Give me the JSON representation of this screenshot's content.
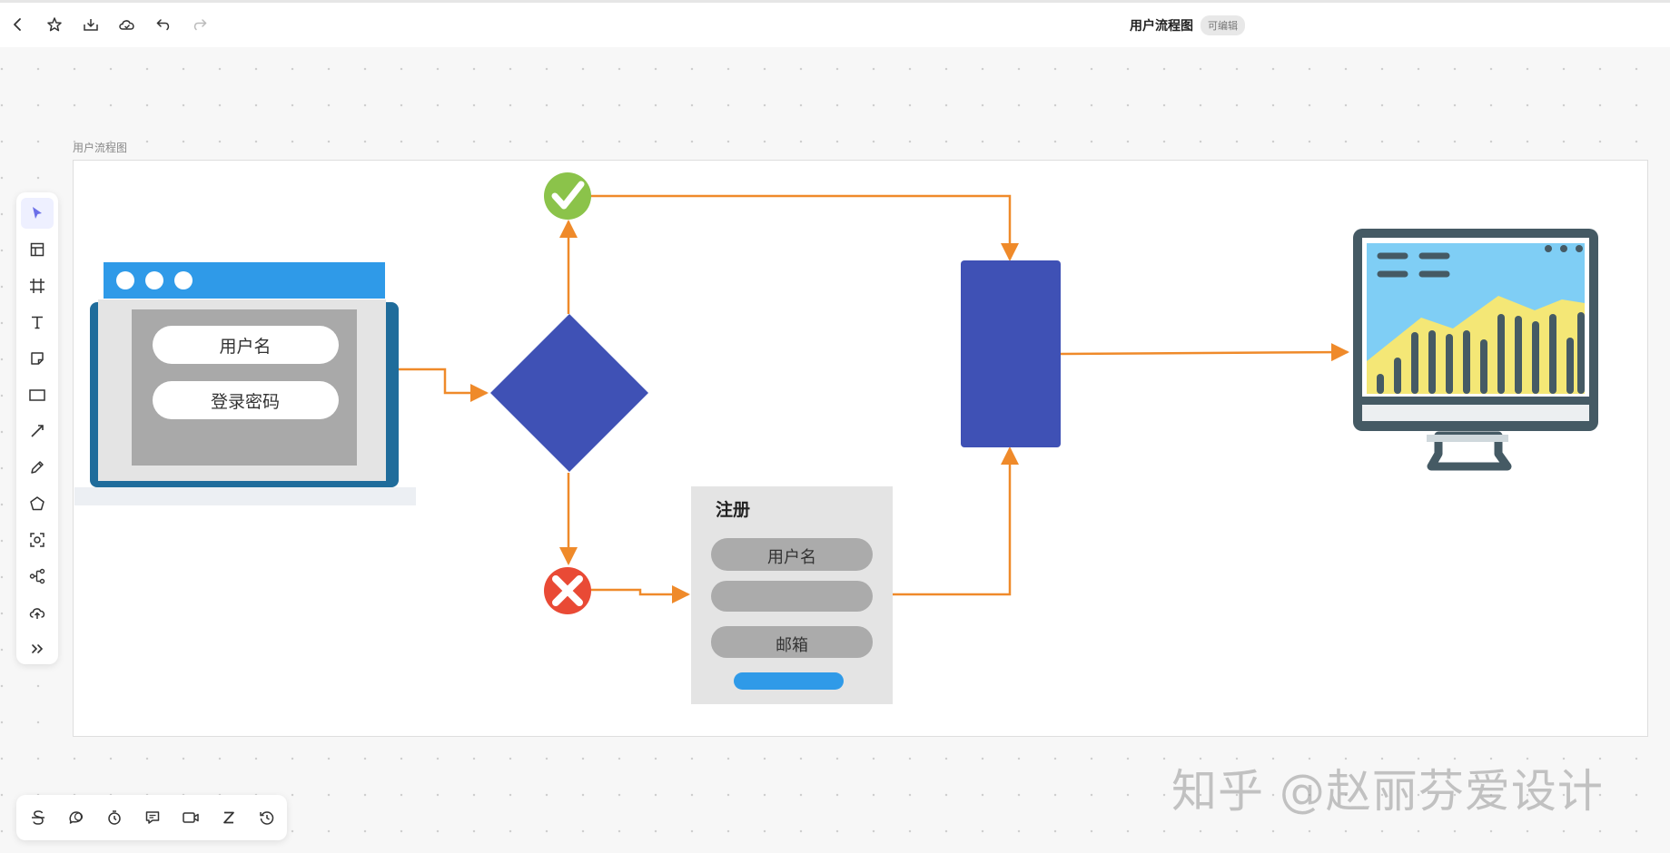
{
  "header": {
    "title": "用户流程图",
    "badge": "可编辑",
    "icons": [
      "back-icon",
      "star-icon",
      "download-icon",
      "cloud-icon",
      "undo-icon",
      "redo-icon"
    ]
  },
  "frame": {
    "label": "用户流程图"
  },
  "toolbar": {
    "tools": [
      "select-icon",
      "layout-icon",
      "frame-icon",
      "text-icon",
      "sticky-note-icon",
      "rectangle-icon",
      "line-icon",
      "pen-icon",
      "polygon-icon",
      "scan-icon",
      "mindmap-icon",
      "upload-icon",
      "more-icon"
    ],
    "active": "select-icon"
  },
  "bottom_toolbar": {
    "tools": [
      "strikethrough-icon",
      "comment-icon",
      "timer-icon",
      "message-icon",
      "video-icon",
      "z-icon",
      "history-icon"
    ]
  },
  "diagram": {
    "login": {
      "username_label": "用户名",
      "password_label": "登录密码"
    },
    "register": {
      "title": "注册",
      "username_label": "用户名",
      "password_label": "",
      "email_label": "邮箱"
    }
  },
  "colors": {
    "accent": "#6b6fe8",
    "connector": "#ef8a2a",
    "shape_blue": "#3f51b5",
    "browser_blue": "#2f9ae8",
    "success": "#8bc34a",
    "error": "#e94a35",
    "monitor_dark": "#455a64"
  },
  "watermark": "知乎 @赵丽芬爱设计"
}
